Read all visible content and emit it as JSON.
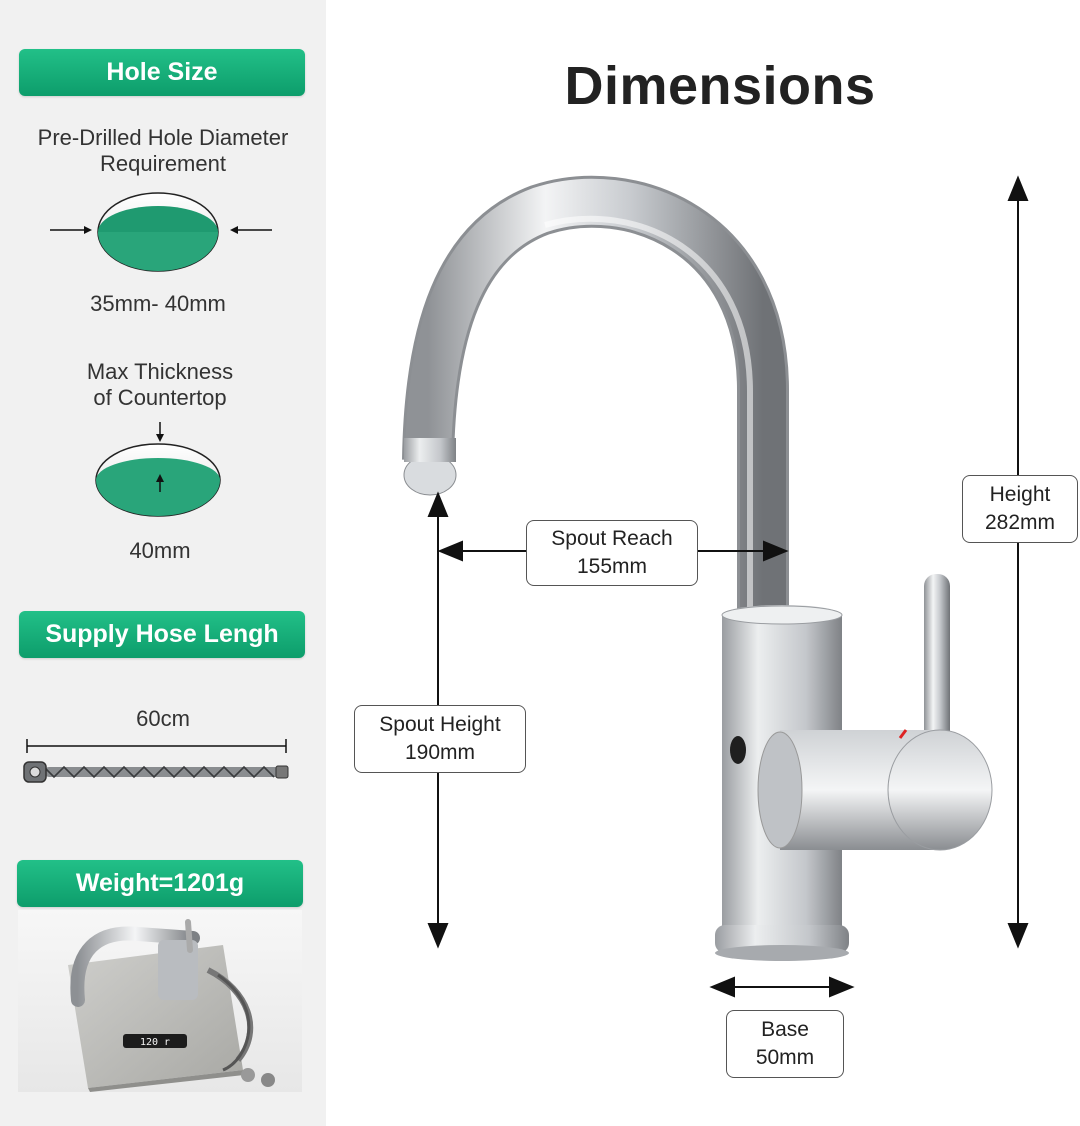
{
  "title": "Dimensions",
  "hole_size": {
    "badge": "Hole Size",
    "diameter_label_line1": "Pre-Drilled Hole Diameter",
    "diameter_label_line2": "Requirement",
    "diameter_value": "35mm- 40mm",
    "thickness_label_line1": "Max Thickness",
    "thickness_label_line2": "of Countertop",
    "thickness_value": "40mm"
  },
  "supply_hose": {
    "badge": "Supply Hose Lengh",
    "length_value": "60cm"
  },
  "weight": {
    "badge": "Weight=1201g",
    "scale_readout": "120 r"
  },
  "dimensions": {
    "spout_reach_label": "Spout Reach",
    "spout_reach_value": "155mm",
    "height_label": "Height",
    "height_value": "282mm",
    "spout_height_label": "Spout Height",
    "spout_height_value": "190mm",
    "base_label": "Base",
    "base_value": "50mm"
  },
  "colors": {
    "accent_green": "#12a874",
    "panel_bg": "#f1f1f1",
    "chrome": "#c9ccd0"
  },
  "icons": [
    "arrow-right-icon",
    "arrow-left-icon",
    "arrow-down-icon",
    "arrow-up-icon"
  ]
}
